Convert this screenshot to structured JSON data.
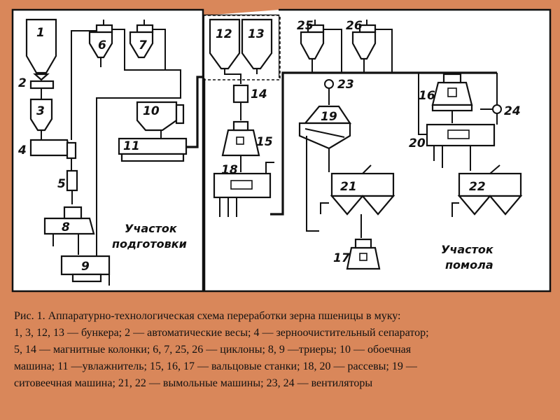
{
  "diagram": {
    "labels": {
      "n1": "1",
      "n2": "2",
      "n3": "3",
      "n4": "4",
      "n5": "5",
      "n6": "6",
      "n7": "7",
      "n8": "8",
      "n9": "9",
      "n10": "10",
      "n11": "11",
      "n12": "12",
      "n13": "13",
      "n14": "14",
      "n15": "15",
      "n16": "16",
      "n17": "17",
      "n18": "18",
      "n19": "19",
      "n20": "20",
      "n21": "21",
      "n22": "22",
      "n23": "23",
      "n24": "24",
      "n25": "25",
      "n26": "26"
    },
    "zones": {
      "prep_line1": "Участок",
      "prep_line2": "подготовки",
      "mill_line1": "Участок",
      "mill_line2": "помола"
    }
  },
  "caption": {
    "line1": "Рис. 1. Аппаратурно-технологическая схема переработки зерна пшеницы в муку:",
    "line2": "1, 3, 12, 13 — бункера; 2 — автоматические весы; 4 — зерноочистительный сепаратор;",
    "line3": "5, 14 — магнитные колонки; 6, 7, 25, 26 — циклоны; 8, 9 —триеры; 10 — обоечная",
    "line4": "машина; 11 —увлажнитель; 15, 16, 17 — вальцовые станки; 18, 20 — рассевы; 19 —",
    "line5": "ситовеечная машина; 21, 22 — вымольные машины; 23, 24 — вентиляторы"
  }
}
